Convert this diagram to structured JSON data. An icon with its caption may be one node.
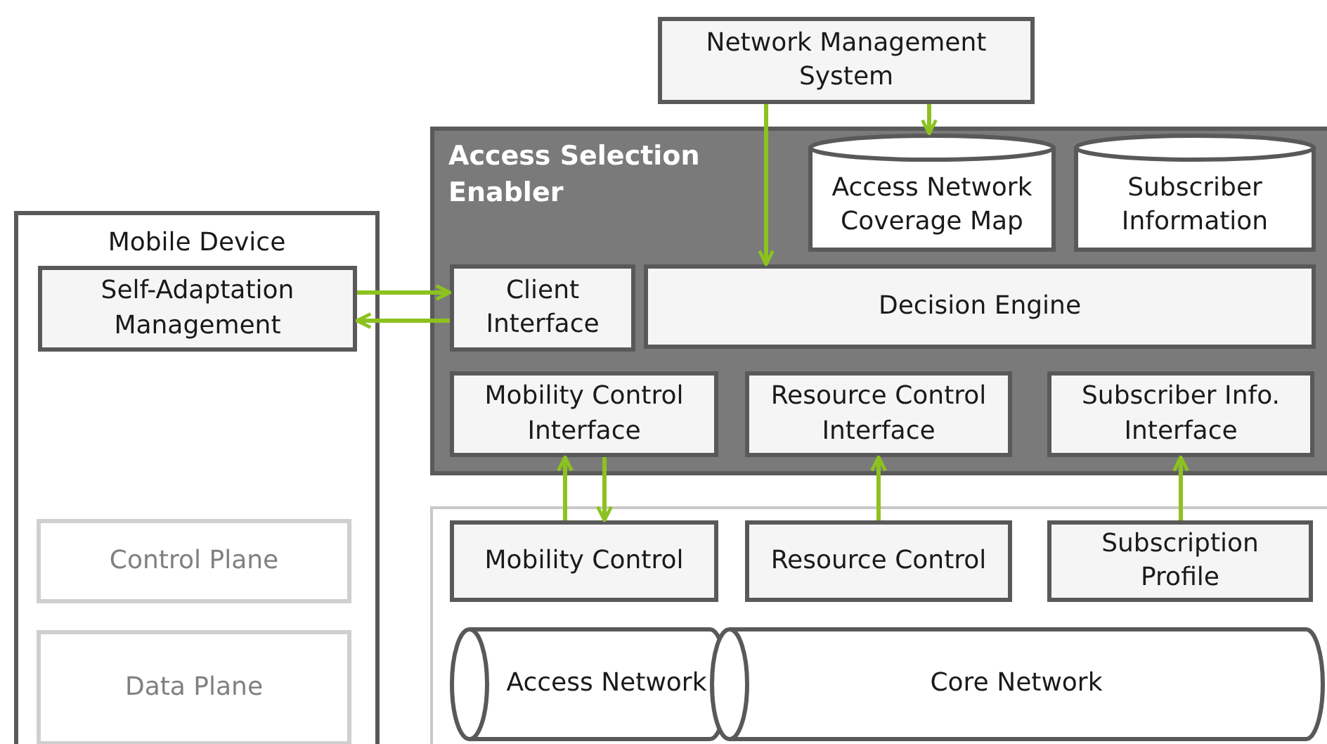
{
  "diagram": {
    "nodes": [
      {
        "text": [
          "Network Management System"
        ]
      },
      {
        "text": [
          "Access Selection Enabler"
        ]
      },
      {
        "text": [
          "Access Network Coverage Map"
        ],
        "in": 1
      },
      {
        "text": [
          "Subscriber Information"
        ],
        "in": 1
      },
      {
        "text": [
          "Client Interface"
        ],
        "in": 1
      },
      {
        "text": [
          "Decision Engine"
        ],
        "in": 1
      },
      {
        "text": [
          "Mobility Control Interface"
        ],
        "in": 1
      },
      {
        "text": [
          "Resource Control Interface"
        ],
        "in": 1
      },
      {
        "text": [
          "Subscriber Info. Interface"
        ],
        "in": 1
      },
      {
        "text": [
          "Mobile Device"
        ]
      },
      {
        "text": [
          "Self-Adaptation Management"
        ],
        "in": 9
      },
      {
        "text": [
          "Control Plane"
        ],
        "in": 9
      },
      {
        "text": [
          "Data Plane"
        ],
        "in": 9
      },
      {
        "text": [],
        "shape": "box"
      },
      {
        "text": [
          "Mobility Control"
        ],
        "in": 13
      },
      {
        "text": [
          "Resource Control"
        ],
        "in": 13
      },
      {
        "text": [
          "Subscription Profile"
        ],
        "in": 13
      },
      {
        "text": [
          "Access Network"
        ],
        "in": 13
      },
      {
        "text": [
          "Core Network"
        ],
        "in": 13
      }
    ],
    "edges": [
      {
        "from": 0,
        "to": 2,
        "arrow": "to"
      },
      {
        "from": 0,
        "to": 5,
        "arrow": "to"
      },
      {
        "from": 10,
        "to": 4,
        "arrow": "to"
      },
      {
        "from": 4,
        "to": 10,
        "arrow": "to"
      },
      {
        "from": 14,
        "to": 6,
        "arrow": "to"
      },
      {
        "from": 6,
        "to": 14,
        "arrow": "to"
      },
      {
        "from": 15,
        "to": 7,
        "arrow": "to"
      },
      {
        "from": 16,
        "to": 8,
        "arrow": "to"
      }
    ]
  }
}
